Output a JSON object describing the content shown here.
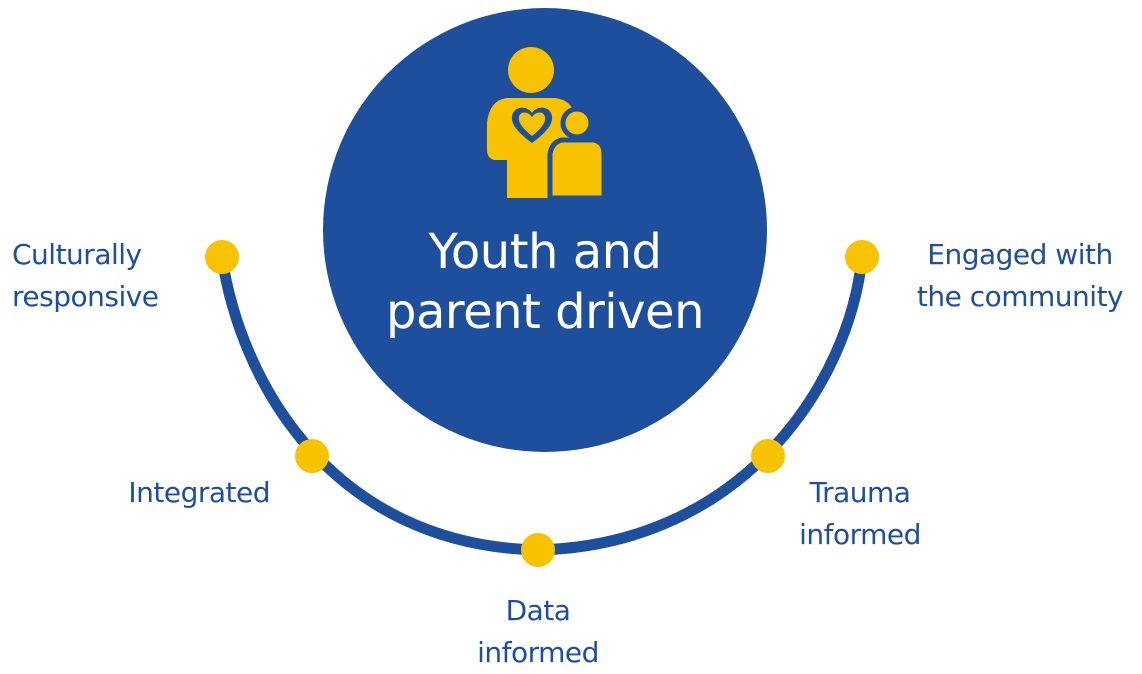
{
  "center": {
    "line1": "Youth and",
    "line2": "parent driven",
    "icon": "parent-child-heart-icon"
  },
  "pillars": {
    "culturally": {
      "line1": "Culturally",
      "line2": "responsive"
    },
    "integrated": {
      "line1": "Integrated"
    },
    "data": {
      "line1": "Data",
      "line2": "informed"
    },
    "trauma": {
      "line1": "Trauma",
      "line2": "informed"
    },
    "engaged": {
      "line1": "Engaged with",
      "line2": "the community"
    }
  },
  "colors": {
    "navy": "#1d4f9c",
    "yellow": "#f7c200",
    "white": "#ffffff"
  }
}
